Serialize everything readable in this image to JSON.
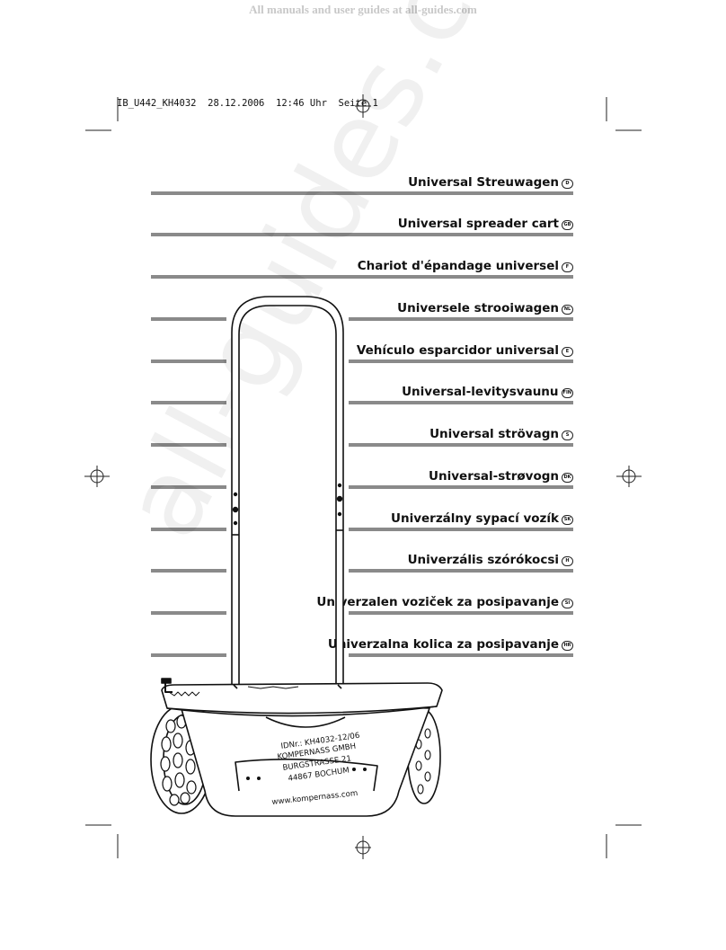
{
  "banner": "All manuals and user guides at all-guides.com",
  "print_slug": "IB_U442_KH4032  28.12.2006  12:46 Uhr  Seite 1",
  "titles": [
    {
      "text": "Universal Streuwagen",
      "code": "D"
    },
    {
      "text": "Universal spreader cart",
      "code": "GB"
    },
    {
      "text": "Chariot d'épandage universel",
      "code": "F"
    },
    {
      "text": "Universele strooiwagen",
      "code": "NL"
    },
    {
      "text": "Vehículo esparcidor universal",
      "code": "E"
    },
    {
      "text": "Universal-levitysvaunu",
      "code": "FIN"
    },
    {
      "text": "Universal strövagn",
      "code": "S"
    },
    {
      "text": "Universal-strøvogn",
      "code": "DK"
    },
    {
      "text": "Univerzálny sypací vozík",
      "code": "SK"
    },
    {
      "text": "Univerzális szórókocsi",
      "code": "H"
    },
    {
      "text": "Univerzalen voziček za posipavanje",
      "code": "SI"
    },
    {
      "text": "Univerzalna kolica za posipavanje",
      "code": "HR"
    }
  ],
  "product_label": {
    "id": "IDNr.: KH4032-12/06",
    "company": "KOMPERNASS GMBH",
    "street": "BURGSTRASSE 21",
    "city": "44867 BOCHUM",
    "website": "www.kompernass.com"
  },
  "watermark": "all-guides.com",
  "colors": {
    "rule": "#8a8a8a",
    "banner": "#c8c8c8",
    "ink": "#111111"
  }
}
